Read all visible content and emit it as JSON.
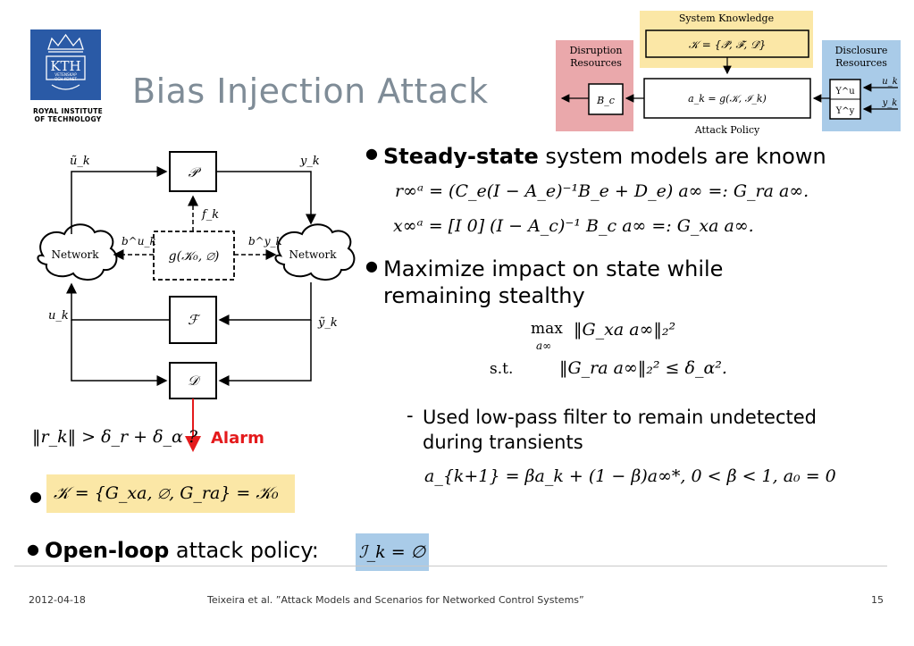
{
  "slide": {
    "title": "Bias Injection Attack",
    "logo": {
      "text": "KTH",
      "sub1": "VETENSKAP",
      "sub2": "OCH KONST",
      "caption_line1": "ROYAL INSTITUTE",
      "caption_line2": "OF TECHNOLOGY"
    }
  },
  "knowledge_diagram": {
    "system_knowledge": "System Knowledge",
    "knowledge_set": "𝒦 = {𝒫̂, ℱ̂, 𝒟̂}",
    "disruption_label_1": "Disruption",
    "disruption_label_2": "Resources",
    "disruption_block": "B_c",
    "policy_block": "a_k = g(𝒦, ℐ_k)",
    "attack_policy": "Attack Policy",
    "disclosure_label_1": "Disclosure",
    "disclosure_label_2": "Resources",
    "upsilon_u": "Υ^u",
    "upsilon_y": "Υ^y",
    "input_u": "u_k",
    "input_y": "y_k"
  },
  "loop_diagram": {
    "plant": "𝒫",
    "filter": "ℱ",
    "detector": "𝒟",
    "attack": "g(𝒦₀, ∅)",
    "network_left": "Network",
    "network_right": "Network",
    "u_tilde": "ũ_k",
    "y_k": "y_k",
    "f_k": "f_k",
    "b_u": "b^u_k",
    "b_y": "b^y_k",
    "u_k": "u_k",
    "y_tilde": "ỹ_k",
    "alarm_condition": "‖r_k‖ > δ_r + δ_α ?",
    "alarm": "Alarm"
  },
  "bullets": {
    "b1_bold": "Steady-state",
    "b1_rest": " system models are known",
    "eq1": "r∞ᵃ = (C_e(I − A_e)⁻¹B_e + D_e) a∞ =: G_ra a∞.",
    "eq2": "x∞ᵃ = [I   0] (I − A_c)⁻¹ B_c a∞ =: G_xa a∞.",
    "b2_line1": "Maximize impact on state while",
    "b2_line2": "remaining stealthy",
    "opt_max": "max",
    "opt_var": "a∞",
    "opt_obj": "‖G_xa a∞‖₂²",
    "opt_st": "s.t.",
    "opt_con": "‖G_ra a∞‖₂² ≤ δ_α².",
    "sub_dash": "-",
    "sub_line1": "Used low-pass filter to remain undetected",
    "sub_line2": "during transients",
    "filter_eq": "a_{k+1} = βa_k + (1 − β)a∞*,    0 < β < 1,  a₀ = 0",
    "b3_set": "𝒦 = {G_xa, ∅, G_ra} = 𝒦₀",
    "b4_bold": "Open-loop",
    "b4_rest": " attack policy:",
    "b4_math": "ℐ_k = ∅"
  },
  "footer": {
    "date": "2012-04-18",
    "citation": "Teixeira et al. ”Attack Models and Scenarios for Networked Control Systems”",
    "page": "15"
  },
  "colors": {
    "title": "#7f8c97",
    "logo_blue": "#2a5aa6",
    "disruption_bg": "#eaa8ab",
    "knowledge_bg": "#fbe7a6",
    "disclosure_bg": "#a9cbe8",
    "alarm_red": "#e41a1c"
  }
}
